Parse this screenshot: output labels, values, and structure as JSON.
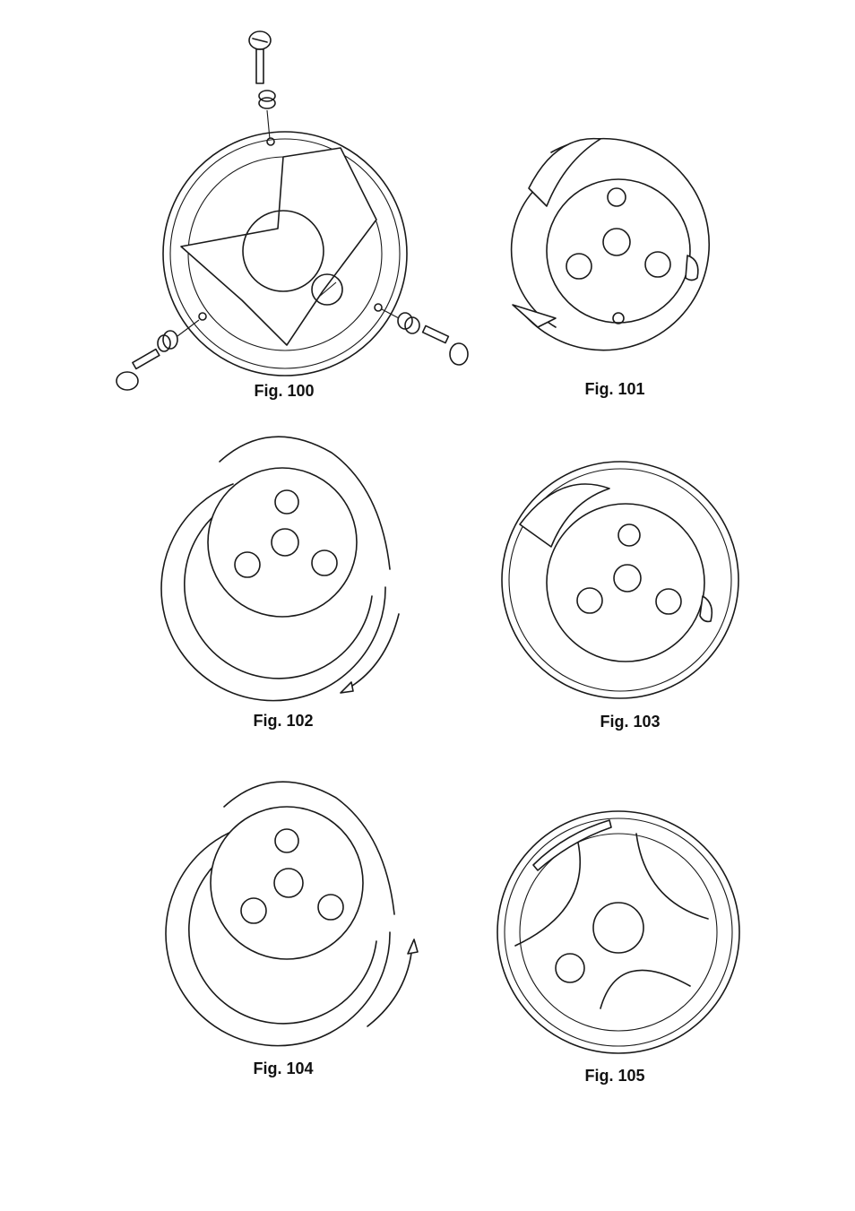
{
  "figures": [
    {
      "id": "fig100",
      "caption": "Fig. 100"
    },
    {
      "id": "fig101",
      "caption": "Fig. 101"
    },
    {
      "id": "fig102",
      "caption": "Fig. 102"
    },
    {
      "id": "fig103",
      "caption": "Fig. 103"
    },
    {
      "id": "fig104",
      "caption": "Fig. 104"
    },
    {
      "id": "fig105",
      "caption": "Fig. 105"
    }
  ]
}
